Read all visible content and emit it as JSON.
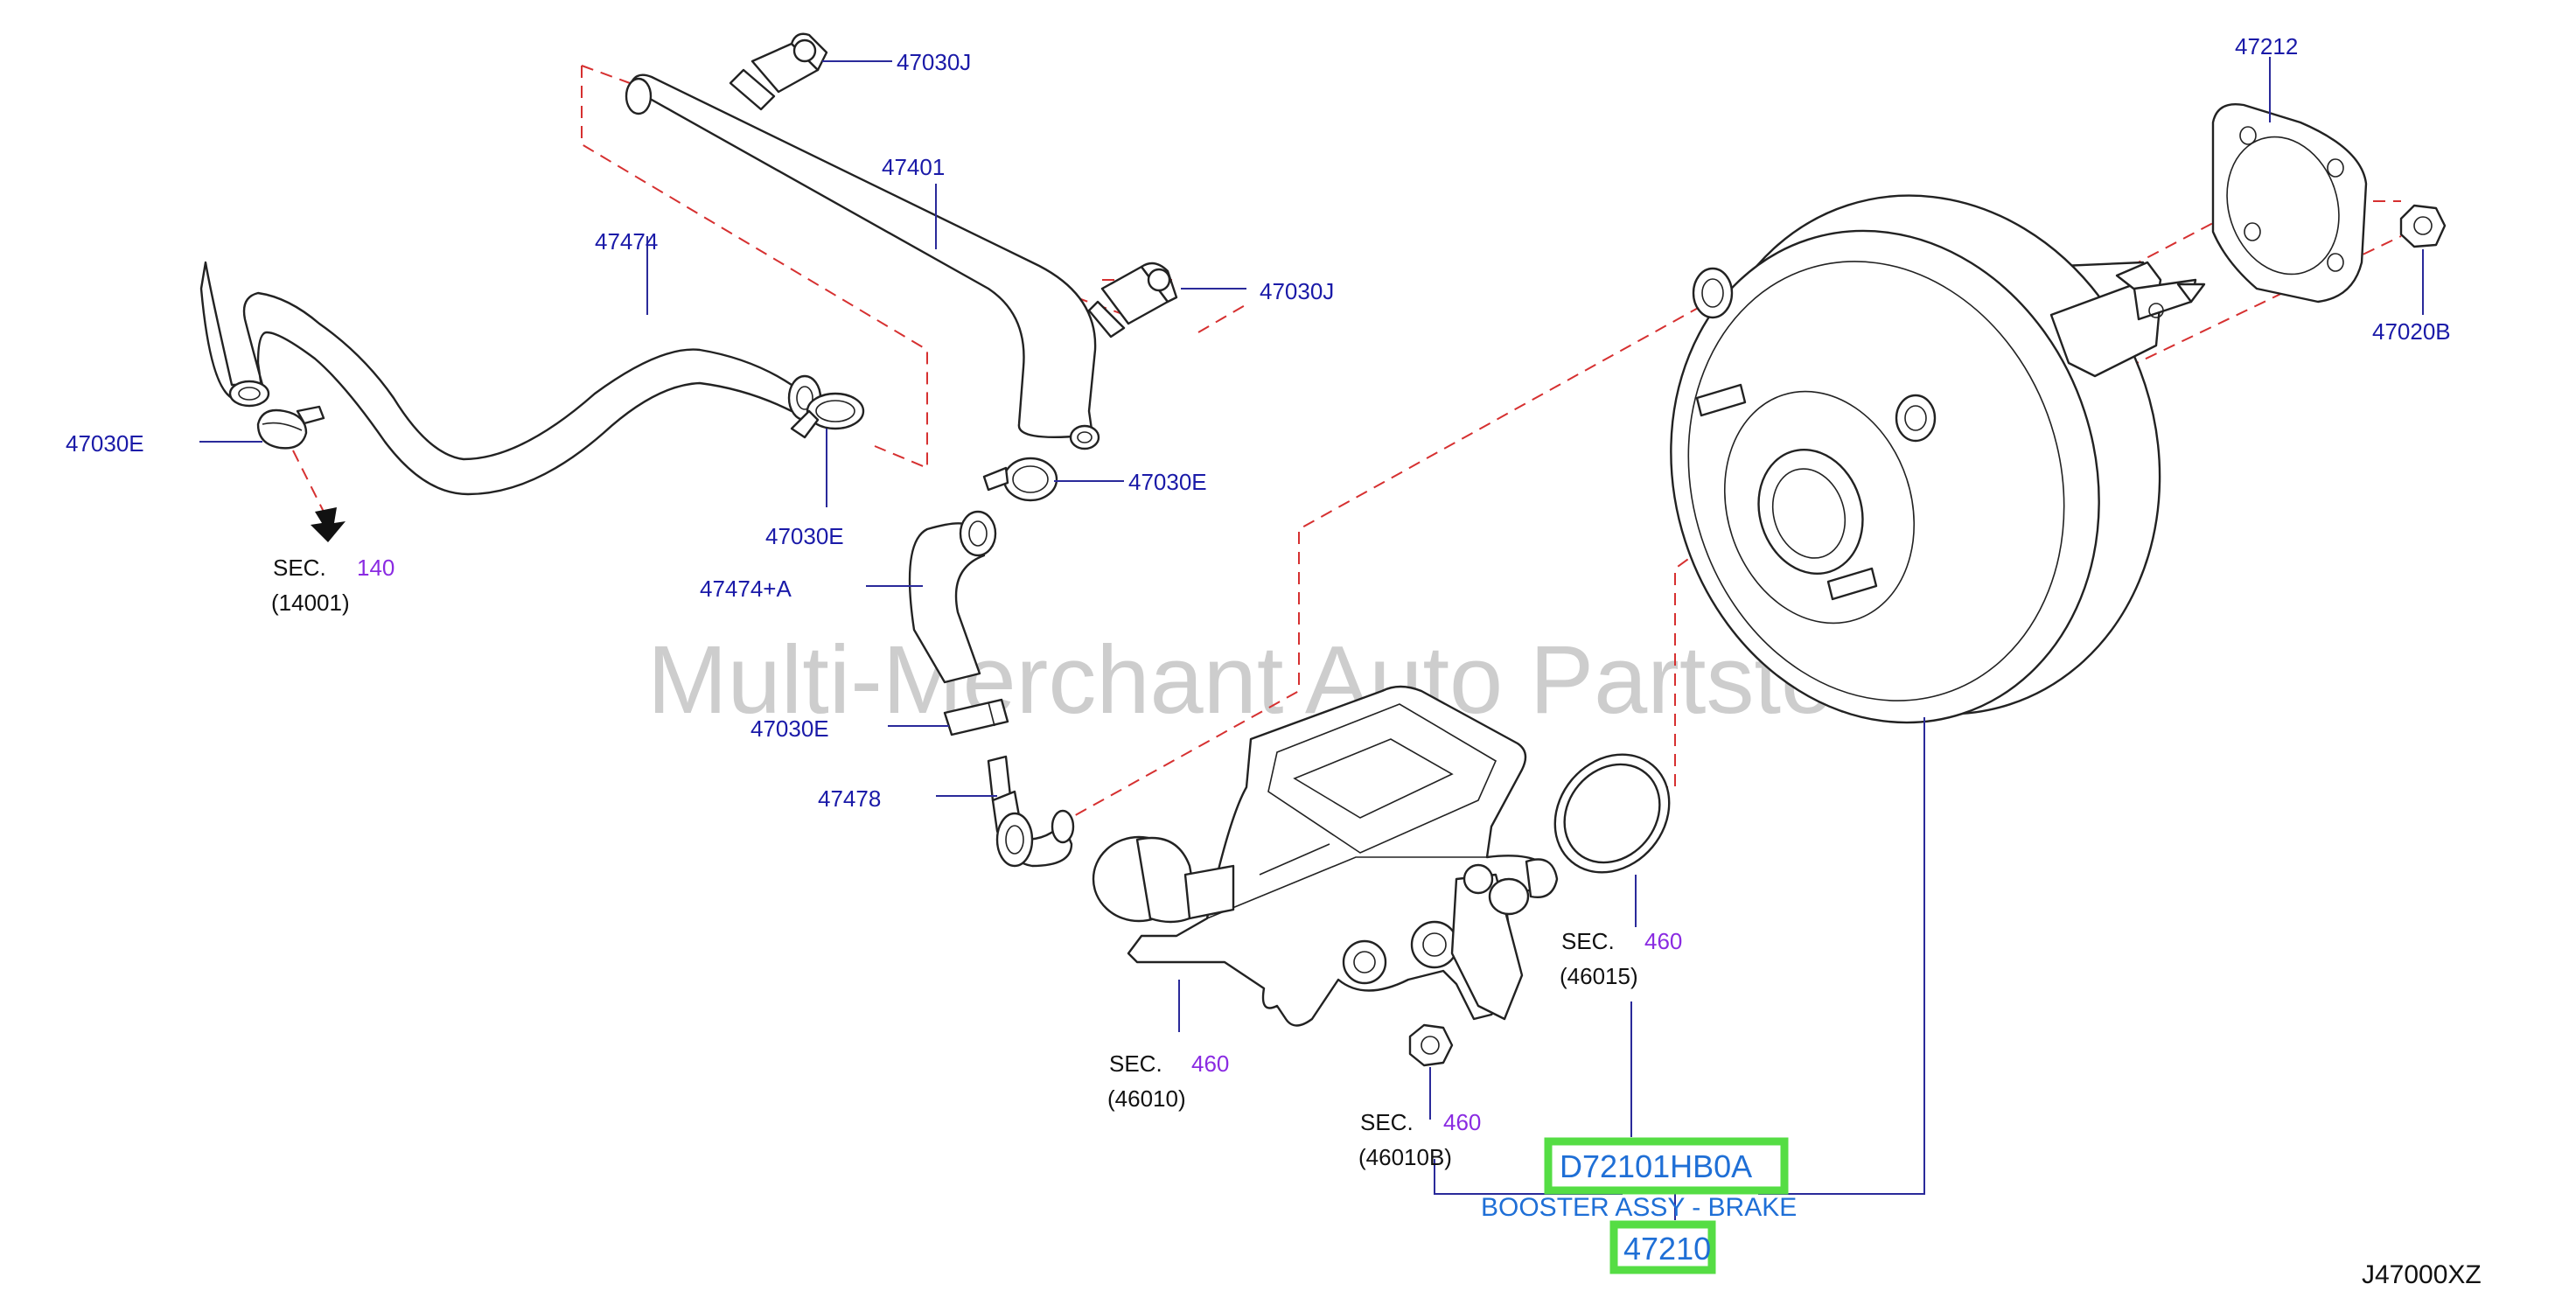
{
  "watermark": "Multi-Merchant Auto Partstore",
  "diagram_code": "J47000XZ",
  "parts": {
    "p47030J_top": "47030J",
    "p47030J_mid": "47030J",
    "p47401": "47401",
    "p47474": "47474",
    "p47030E_left": "47030E",
    "p47030E_clamp": "47030E",
    "p47030E_right": "47030E",
    "p47474A": "47474+A",
    "p47030E_low": "47030E",
    "p47478": "47478",
    "p47212": "47212",
    "p47020B": "47020B"
  },
  "sections": {
    "s140": {
      "sec": "SEC.",
      "num": "140",
      "code": "(14001)"
    },
    "s46015": {
      "sec": "SEC.",
      "num": "460",
      "code": "(46015)"
    },
    "s46010": {
      "sec": "SEC.",
      "num": "460",
      "code": "(46010)"
    },
    "s46010B": {
      "sec": "SEC.",
      "num": "460",
      "code": "(46010B)"
    }
  },
  "highlight": {
    "part_number": "D72101HB0A",
    "description": "BOOSTER ASSY - BRAKE",
    "ref": "47210"
  },
  "colors": {
    "label": "#1a1aa8",
    "section_number": "#8a2be2",
    "highlight_border": "#55dd44",
    "highlight_text": "#1f6fd6",
    "dash": "#d63030"
  }
}
